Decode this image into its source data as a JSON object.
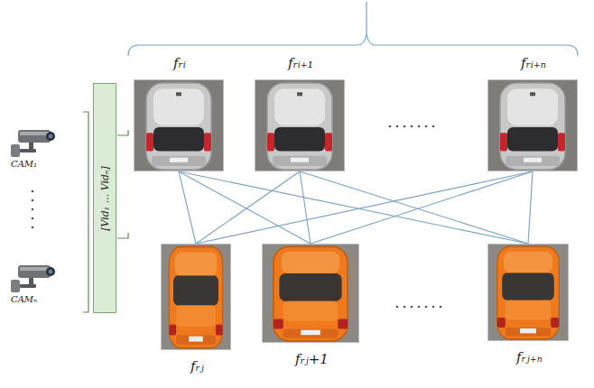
{
  "diagram": {
    "nodes": [
      {
        "text": [
          "[Vid₁ ... Vidₙ]"
        ]
      },
      {
        "text": [
          "fᵣᵢ"
        ]
      },
      {
        "text": [
          "fᵣᵢ₊₁"
        ]
      },
      {
        "text": [
          "fᵣᵢ₊ₙ"
        ]
      },
      {
        "text": [
          "fᵣⱼ"
        ]
      },
      {
        "text": [
          "fᵣⱼ+1"
        ]
      },
      {
        "text": [
          "fᵣⱼ₊ₙ"
        ]
      }
    ],
    "edges": [
      {
        "from": 1,
        "to": 4,
        "arrow": "none"
      },
      {
        "from": 1,
        "to": 5,
        "arrow": "none"
      },
      {
        "from": 1,
        "to": 6,
        "arrow": "none"
      },
      {
        "from": 2,
        "to": 4,
        "arrow": "none"
      },
      {
        "from": 2,
        "to": 5,
        "arrow": "none"
      },
      {
        "from": 2,
        "to": 6,
        "arrow": "none"
      },
      {
        "from": 3,
        "to": 4,
        "arrow": "none"
      },
      {
        "from": 3,
        "to": 5,
        "arrow": "none"
      },
      {
        "from": 3,
        "to": 6,
        "arrow": "none"
      }
    ],
    "labels": [
      "CAM₁",
      "CAMₙ"
    ]
  }
}
